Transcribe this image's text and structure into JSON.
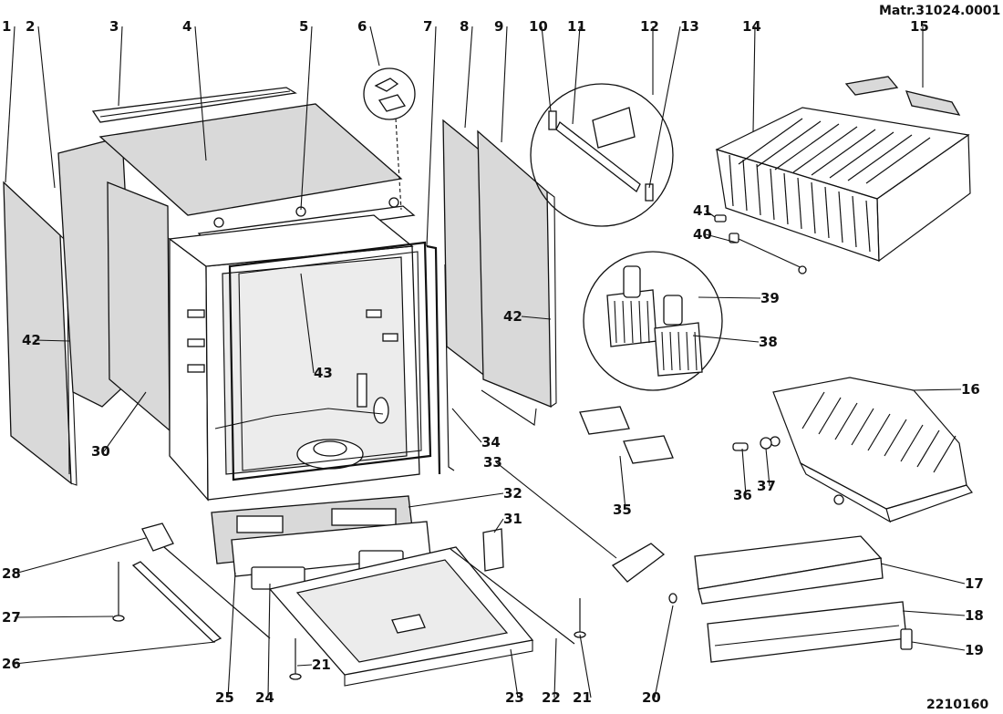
{
  "header": {
    "matr": "Matr.31024.0001",
    "code": "2210160"
  },
  "callouts": [
    "1",
    "2",
    "3",
    "4",
    "5",
    "6",
    "7",
    "8",
    "9",
    "10",
    "11",
    "12",
    "13",
    "14",
    "15",
    "16",
    "17",
    "18",
    "19",
    "20",
    "21",
    "22",
    "23",
    "24",
    "25",
    "26",
    "27",
    "28",
    "30",
    "31",
    "32",
    "33",
    "34",
    "35",
    "36",
    "37",
    "38",
    "39",
    "40",
    "41",
    "42",
    "43"
  ],
  "icons": {
    "zoom_circles": "magnify-detail-circle"
  }
}
